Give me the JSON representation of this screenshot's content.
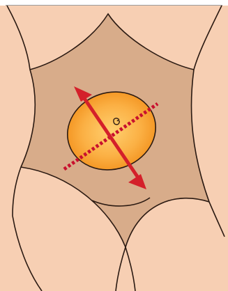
{
  "colors": {
    "skin": "#F7CFB3",
    "abdomen_shade": "#D8AC8A",
    "outline": "#2B1A12",
    "oval_center": "#FFD070",
    "oval_edge": "#F08A14",
    "arrow": "#D4202A",
    "dashed_line": "#C8102E",
    "frame_top": "#7A7A7A"
  },
  "icons": {
    "navel": "navel-icon"
  },
  "diagram": {
    "subject": "lower-torso-front-view",
    "shaded_region": "abdomen",
    "oval_marker": "orange-oval",
    "double_arrow": "red-double-headed-arrow",
    "dashed_axis": "red-dotted-axis-line"
  }
}
